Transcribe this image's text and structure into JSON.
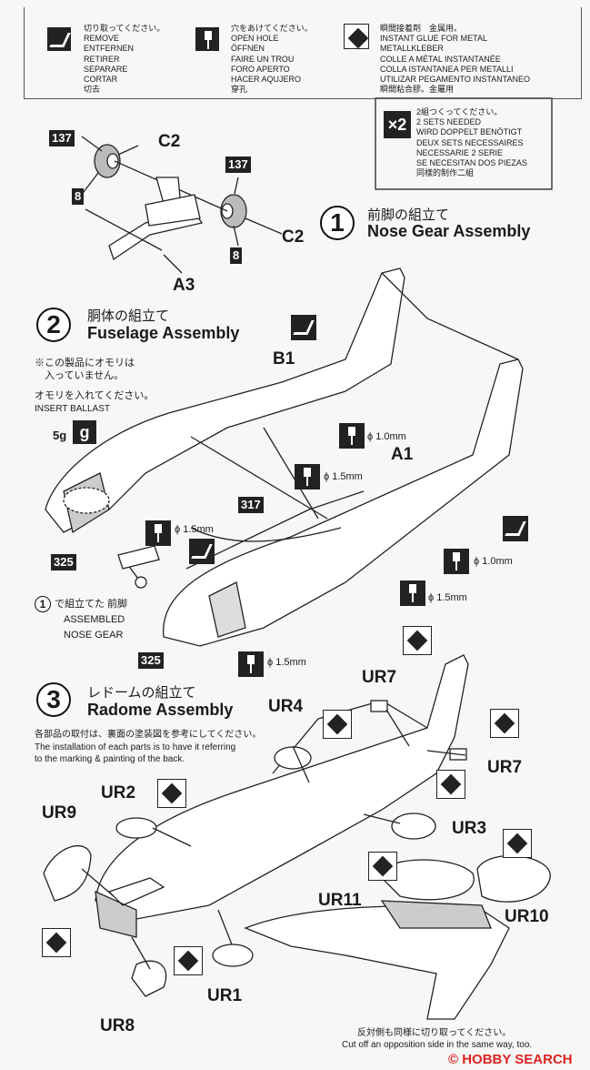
{
  "legend": {
    "remove": {
      "lines": "切り取ってください。\nREMOVE\nENTFERNEN\nRETIRER\nSEPARARE\nCORTAR\n切去"
    },
    "open_hole": {
      "lines": "穴をあけてください。\nOPEN HOLE\nÖFFNEN\nFAIRE UN TROU\nFORO APERTO\nHACER AQUJERO\n穿孔"
    },
    "glue": {
      "lines": "瞬間接着剤　金属用。\nINSTANT GLUE FOR METAL\nMETALLKLEBER\nCOLLE A MÉTAL INSTANTANÉE\nCOLLA ISTANTANEA PER METALLI\nUTILIZAR PEGAMENTO INSTANTANEO\n瞬間粘合膠。金屬用"
    },
    "two_sets": {
      "badge": "×2",
      "lines": "2組つくってください。\n2 SETS NEEDED\nWIRD DOPPELT BENÖTIGT\nDEUX SETS NECESSAIRES\nNECESSARIE 2 SERIE\nSE NECESITAN DOS PIEZAS\n同樣的制作二組"
    }
  },
  "gear_parts": {
    "p137a": "137",
    "c2a": "C2",
    "p8a": "8",
    "p137b": "137",
    "c2b": "C2",
    "p8b": "8",
    "a3": "A3"
  },
  "step1": {
    "num": "1",
    "jp": "前脚の組立て",
    "en": "Nose Gear Assembly"
  },
  "step2": {
    "num": "2",
    "jp": "胴体の組立て",
    "en": "Fuselage Assembly",
    "note1": "※この製品にオモリは",
    "note2": "　入っていません。",
    "note3": "オモリを入れてください。",
    "note4": "INSERT BALLAST",
    "ballast": "5g",
    "ballast_icon": "g",
    "b1": "B1",
    "a1": "A1",
    "p317": "317",
    "p325a": "325",
    "p325b": "325",
    "dim1": "ϕ 1.0mm",
    "dim2": "ϕ 1.5mm",
    "dim3": "ϕ 1.5mm",
    "dim4": "ϕ 1.0mm",
    "dim5": "ϕ 1.5mm",
    "dim6": "ϕ 1.5mm",
    "assembled_num": "1",
    "assembled_jp": "で組立てた 前脚",
    "assembled_en1": "ASSEMBLED",
    "assembled_en2": "NOSE GEAR"
  },
  "step3": {
    "num": "3",
    "jp": "レドームの組立て",
    "en": "Radome Assembly",
    "note_jp": "各部品の取付は、裏面の塗装図を参考にしてください。",
    "note_en1": "The installation of each parts is to have it referring",
    "note_en2": "to the marking & painting of the back.",
    "ur7a": "UR7",
    "ur7b": "UR7",
    "ur4": "UR4",
    "ur2": "UR2",
    "ur9": "UR9",
    "ur3": "UR3",
    "ur11": "UR11",
    "ur10": "UR10",
    "ur1": "UR1",
    "ur8": "UR8"
  },
  "footer": {
    "jp": "反対側も同様に切り取ってください。",
    "en": "Cut off an opposition side in the same way, too."
  },
  "watermark": "© HOBBY SEARCH"
}
